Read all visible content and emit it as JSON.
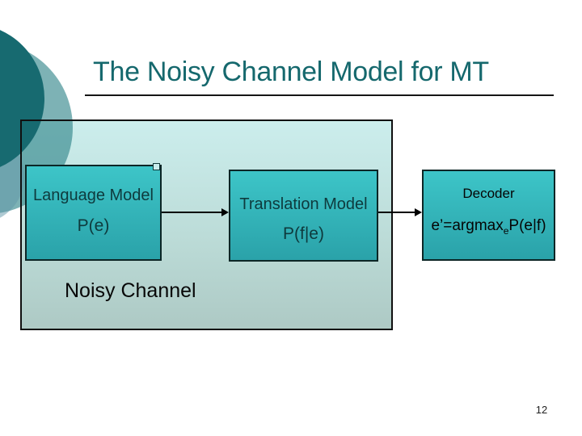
{
  "slide": {
    "title": "The Noisy Channel Model for MT",
    "page_number": "12"
  },
  "diagram": {
    "noisy_channel_label": "Noisy Channel",
    "language_model": {
      "label": "Language Model",
      "formula": "P(e)"
    },
    "translation_model": {
      "label": "Translation Model",
      "formula": "P(f|e)"
    },
    "decoder": {
      "label": "Decoder",
      "formula_prefix": "e’=argmax",
      "formula_sub": "e",
      "formula_suffix": "P(e|f)"
    }
  },
  "colors": {
    "title_text": "#15686d",
    "inner_box_top": "#3dc5c8",
    "inner_box_bottom": "#2aa2a9",
    "outer_box_top": "#cceeed",
    "outer_box_bottom": "#adc9c4",
    "circle_dark": "#176a70",
    "circle_medium": "#2d8287",
    "circle_pale": "#5f96a8",
    "arrow": "#000000"
  }
}
